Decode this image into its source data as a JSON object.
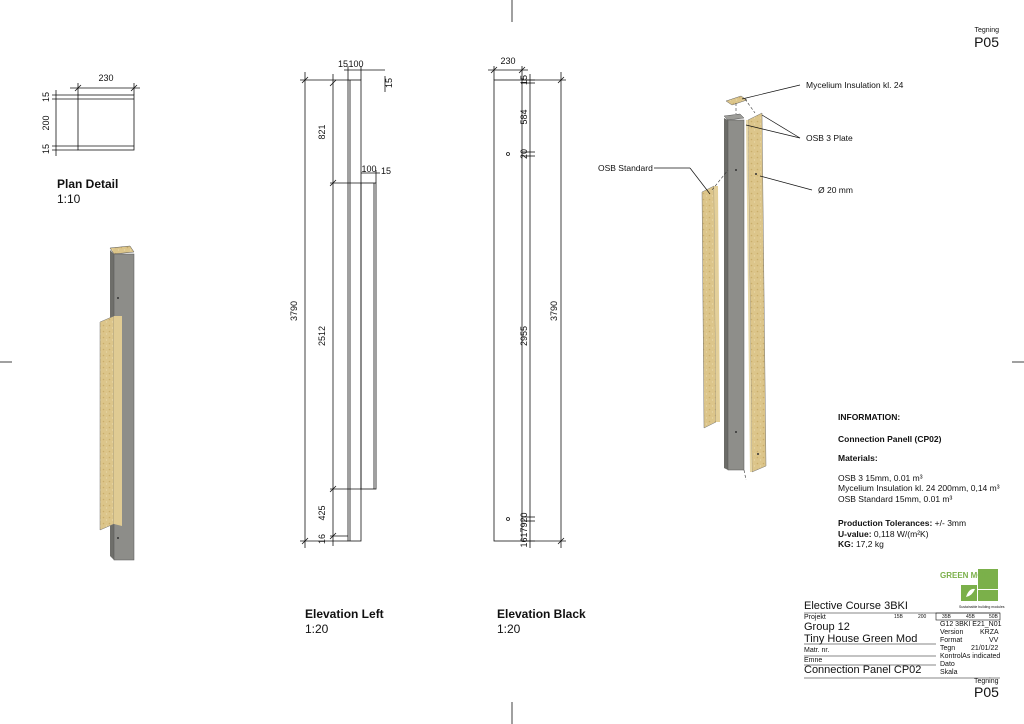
{
  "sheet": {
    "number_label": "Tegning",
    "number": "P05"
  },
  "plan_detail": {
    "title": "Plan Detail",
    "scale": "1:10",
    "dim_width": "230",
    "dim_top": "15",
    "dim_middle": "200",
    "dim_bottom": "15"
  },
  "elevation_left": {
    "title": "Elevation Left",
    "scale": "1:20",
    "dims": [
      "15",
      "100",
      "15",
      "3790",
      "821",
      "100",
      "15",
      "2512",
      "425",
      "16"
    ]
  },
  "elevation_black": {
    "title": "Elevation Black",
    "scale": "1:20",
    "dims": [
      "230",
      "15",
      "584",
      "20",
      "3790",
      "2955",
      "20",
      "79",
      "16",
      "1617920"
    ]
  },
  "callouts": {
    "mycelium": "Mycelium Insulation kl. 24",
    "osb3": "OSB 3 Plate",
    "osb_standard": "OSB Standard",
    "hole": "Ø 20 mm"
  },
  "information": {
    "heading": "INFORMATION:",
    "panel": "Connection Panell (CP02)",
    "materials_heading": "Materials:",
    "materials": [
      "OSB 3 15mm, 0.01 m³",
      "Mycelium Insulation kl. 24  200mm, 0,14 m³",
      "OSB Standard 15mm, 0.01 m³"
    ],
    "tolerances_label": "Production Tolerances:",
    "tolerances_value": " +/- 3mm",
    "uvalue_label": "U-value:",
    "uvalue_value": " 0,118 W/(m²K)",
    "kg_label": "KG:",
    "kg_value": " 17,2 kg"
  },
  "title_block": {
    "course": "Elective Course 3BKI",
    "projekt_label": "Projekt",
    "group": "Group 12",
    "project": "Tiny House Green Mod",
    "matr_label": "Matr. nr.",
    "emne_label": "Emne",
    "subject": "Connection Panel CP02",
    "logo_text": "GREEN MOD",
    "logo_sub": "Sustainable building modules",
    "drawing_id": "G12 3BKI E21_N01",
    "version_label": "Version",
    "version_value": "KRZA",
    "format_label": "Format",
    "format_value": "VV",
    "tegn_label": "Tegn",
    "tegn_value": "21/01/22",
    "kontrol_label": "KontrolAs indicated",
    "dato_label": "Dato",
    "skala_label": "Skala",
    "tegning_label": "Tegning",
    "tegning_value": "P05",
    "scale_bar": [
      "15B",
      "200",
      "35B",
      "45B",
      "50B"
    ]
  },
  "colors": {
    "osb": "#d9c184",
    "insulation": "#d9c184",
    "black_panel": "#8a8a86",
    "accent": "#7bb04a"
  }
}
